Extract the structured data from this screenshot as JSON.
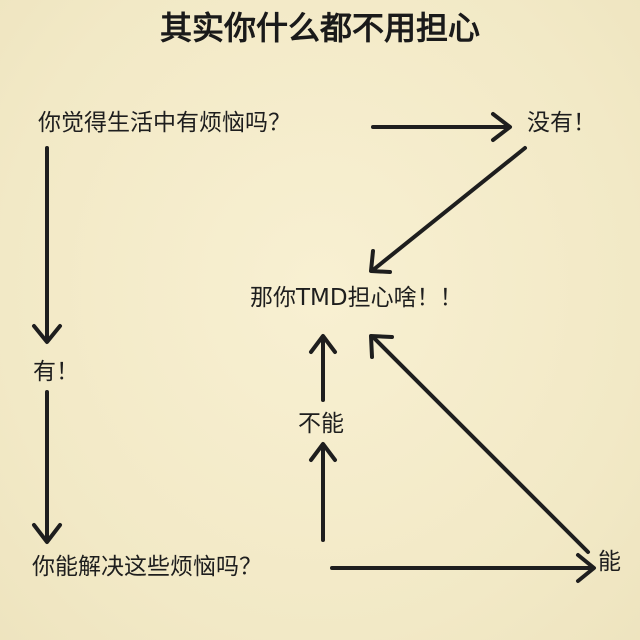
{
  "title": "其实你什么都不用担心",
  "nodes": {
    "question_troubles": "你觉得生活中有烦恼吗？",
    "answer_no": "没有！",
    "conclusion": "那你TMD担心啥！！",
    "answer_yes": "有！",
    "answer_cannot": "不能",
    "question_solve": "你能解决这些烦恼吗？",
    "answer_can": "能"
  },
  "colors": {
    "background": "#f4ecca",
    "ink": "#1e1e1e"
  }
}
